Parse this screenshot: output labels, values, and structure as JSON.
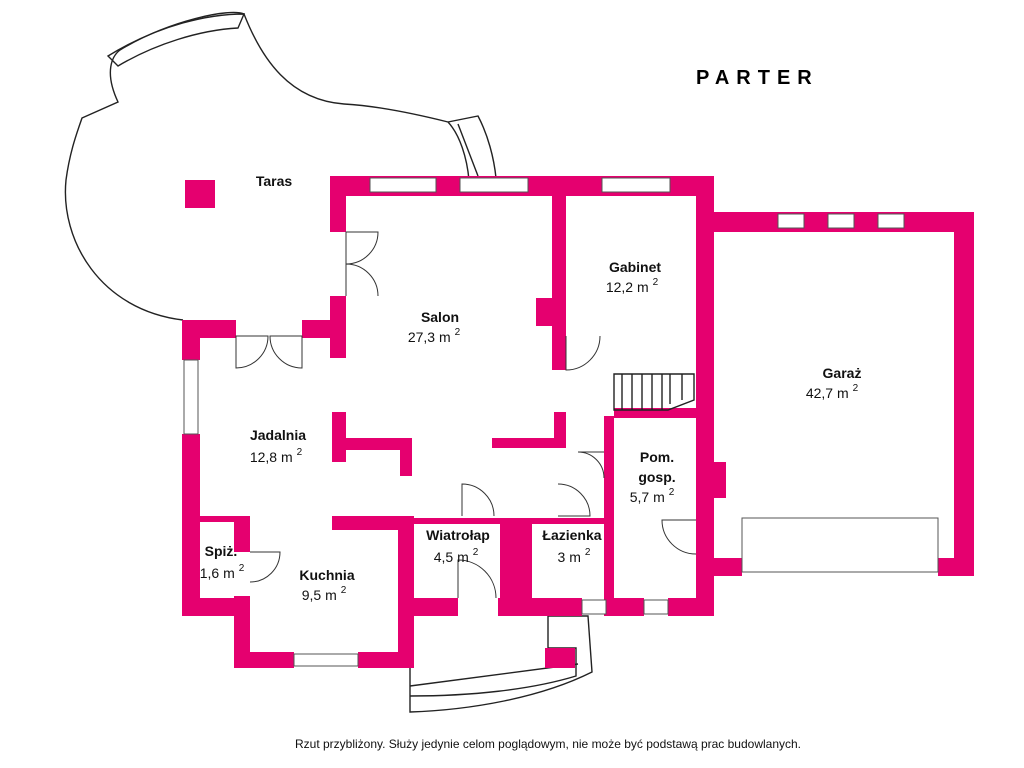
{
  "title": "PARTER",
  "footnote": "Rzut przybliżony. Służy jedynie celom poglądowym, nie może być podstawą prac budowlanych.",
  "area_unit": "m",
  "area_exp": "2",
  "colors": {
    "walls": "#e5006f",
    "lines": "#222222",
    "background": "#ffffff"
  },
  "rooms": {
    "taras": {
      "name": "Taras"
    },
    "salon": {
      "name": "Salon",
      "area": "27,3"
    },
    "gabinet": {
      "name": "Gabinet",
      "area": "12,2"
    },
    "garaz": {
      "name": "Garaż",
      "area": "42,7"
    },
    "jadalnia": {
      "name": "Jadalnia",
      "area": "12,8"
    },
    "pom": {
      "name1": "Pom.",
      "name2": "gosp.",
      "area": "5,7"
    },
    "wiatrolap": {
      "name": "Wiatrołap",
      "area": "4,5"
    },
    "lazienka": {
      "name": "Łazienka",
      "area": "3"
    },
    "spiz": {
      "name": "Spiż.",
      "area": "1,6"
    },
    "kuchnia": {
      "name": "Kuchnia",
      "area": "9,5"
    }
  }
}
